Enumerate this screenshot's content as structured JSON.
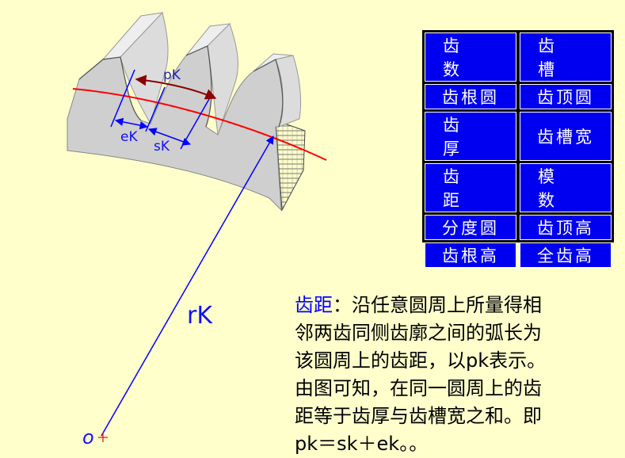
{
  "diagram": {
    "labels": {
      "pitch": "pK",
      "space_width": "eK",
      "tooth_thickness": "sK",
      "radius": "rK",
      "origin": "o"
    },
    "colors": {
      "background": "#ffffcc",
      "circle": "#ff0000",
      "radius_line": "#0000ff",
      "pitch_arrow": "#8b0000",
      "gear_face": "#cfcfcf",
      "gear_top": "#eeeeee"
    }
  },
  "term_table": {
    "cells": [
      {
        "text": "齿 数",
        "spaced": true
      },
      {
        "text": "齿 槽",
        "spaced": true
      },
      {
        "text": "齿根圆",
        "spaced": false
      },
      {
        "text": "齿顶圆",
        "spaced": false
      },
      {
        "text": "齿 厚",
        "spaced": true
      },
      {
        "text": "齿槽宽",
        "spaced": false
      },
      {
        "text": "齿 距",
        "spaced": true
      },
      {
        "text": "模 数",
        "spaced": true
      },
      {
        "text": "分度圆",
        "spaced": false
      },
      {
        "text": "齿顶高",
        "spaced": false
      },
      {
        "text": "齿根高",
        "spaced": false
      },
      {
        "text": "全齿高",
        "spaced": false
      }
    ],
    "colors": {
      "cell_bg": "#0000f0",
      "cell_text": "#ffffff",
      "border": "#000000"
    }
  },
  "description": {
    "term": "齿距",
    "body": "：沿任意圆周上所量得相\n邻两齿同侧齿廓之间的弧长为\n该圆周上的齿距，以pk表示。\n由图可知，在同一圆周上的齿\n距等于齿厚与齿槽宽之和。即\npk＝sk＋ek。。"
  }
}
